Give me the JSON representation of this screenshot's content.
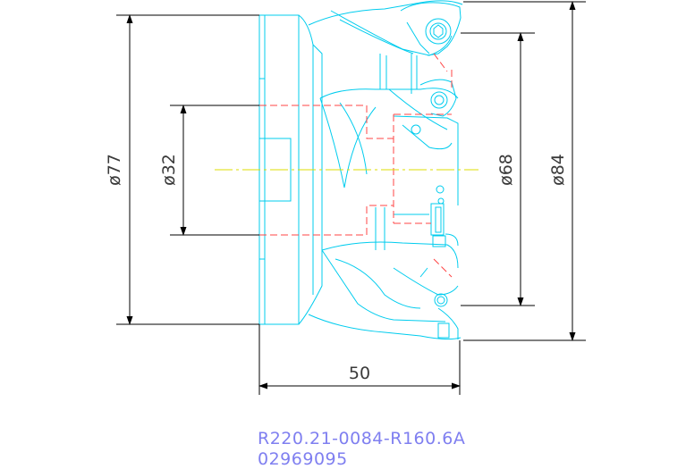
{
  "dimensions": {
    "d77": "ø77",
    "d32": "ø32",
    "d68": "ø68",
    "d84": "ø84",
    "length": "50"
  },
  "caption": {
    "part_number": "R220.21-0084-R160.6A",
    "code": "02969095"
  },
  "colors": {
    "outline": "#00ccee",
    "hidden": "#ff4444",
    "centerline": "#dddd00",
    "dimension": "#000000",
    "dimension_text": "#3a3a3a",
    "caption": "#7f7ff0",
    "background": "#ffffff"
  }
}
